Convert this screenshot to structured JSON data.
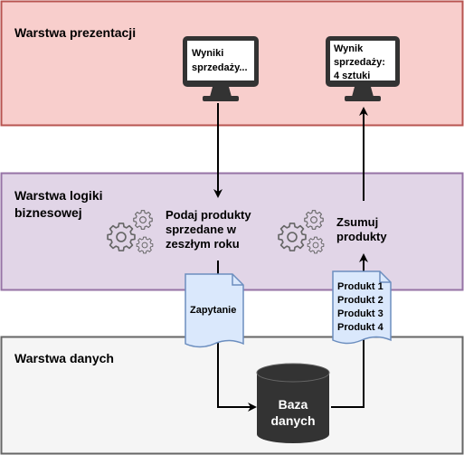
{
  "layers": {
    "presentation": {
      "title": "Warstwa prezentacji",
      "fill": "#f8cecc",
      "stroke": "#b85450"
    },
    "business": {
      "title_line1": "Warstwa logiki",
      "title_line2": "biznesowej",
      "fill": "#e1d5e7",
      "stroke": "#9673a6"
    },
    "data": {
      "title": "Warstwa danych",
      "fill": "#f5f5f5",
      "stroke": "#666666"
    }
  },
  "monitors": {
    "left": {
      "line1": "Wyniki",
      "line2": "sprzedaży..."
    },
    "right": {
      "line1": "Wynik",
      "line2": "sprzedaży:",
      "line3": "4 sztuki"
    }
  },
  "processes": {
    "left": {
      "line1": "Podaj produkty",
      "line2": "sprzedane w",
      "line3": "zeszłym roku",
      "icon": "gears-icon"
    },
    "right": {
      "line1": "Zsumuj",
      "line2": "produkty",
      "icon": "gears-icon"
    }
  },
  "documents": {
    "query": {
      "label": "Zapytanie",
      "fill": "#dae8fc",
      "stroke": "#6c8ebf"
    },
    "results": {
      "items": [
        "Produkt 1",
        "Produkt 2",
        "Produkt 3",
        "Produkt 4"
      ],
      "fill": "#dae8fc",
      "stroke": "#6c8ebf"
    }
  },
  "database": {
    "line1": "Baza",
    "line2": "danych",
    "fill": "#333333"
  },
  "colors": {
    "monitor": "#333333",
    "arrow": "#000000",
    "gear": "#666666"
  }
}
